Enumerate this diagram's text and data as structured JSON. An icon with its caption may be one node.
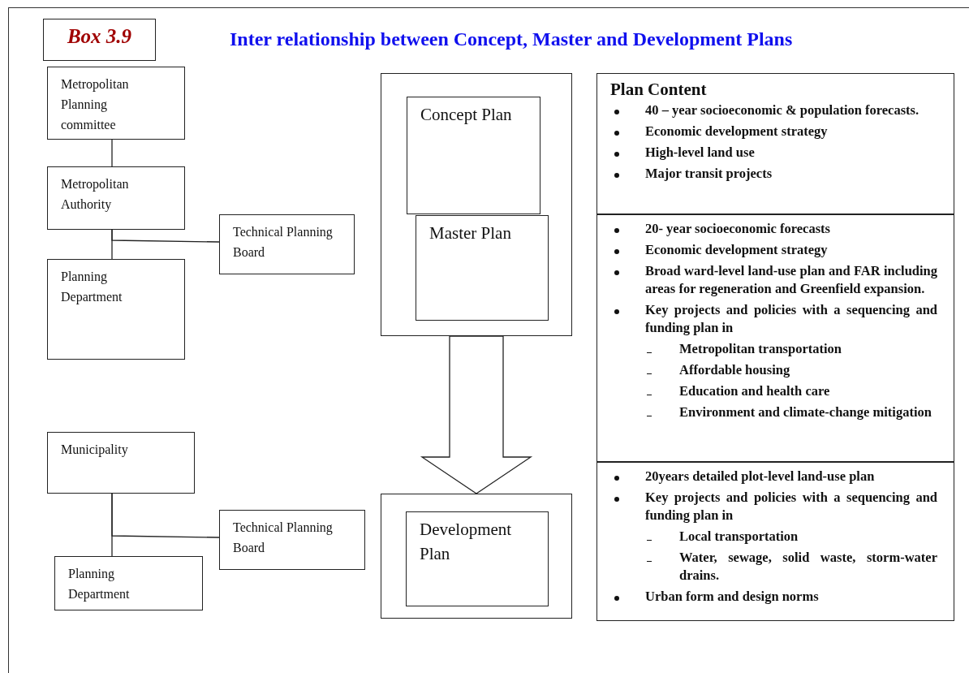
{
  "diagram": {
    "title": "Inter relationship between Concept, Master and Development Plans",
    "nodes": [
      {
        "text": [
          "Box 3.9"
        ]
      },
      {
        "text": [
          "Metropolitan Planning committee"
        ]
      },
      {
        "text": [
          "Metropolitan Authority"
        ]
      },
      {
        "text": [
          "Technical Planning Board"
        ]
      },
      {
        "text": [
          "Planning Department"
        ]
      },
      {
        "text": [
          "Municipality"
        ]
      },
      {
        "text": [
          "Technical Planning Board"
        ]
      },
      {
        "text": [
          "Planning Department"
        ]
      },
      {
        "text": [],
        "shape": "box"
      },
      {
        "text": [
          "Concept Plan"
        ],
        "in": 8
      },
      {
        "text": [
          "Master Plan"
        ],
        "in": 8
      },
      {
        "text": [],
        "shape": "box"
      },
      {
        "text": [
          "Development Plan"
        ],
        "in": 11
      },
      {
        "text": [
          "Plan Content",
          "40 – year socioeconomic & population forecasts.",
          "Economic development strategy",
          "High-level land use",
          "Major transit projects"
        ]
      },
      {
        "text": [
          "20- year socioeconomic forecasts",
          "Economic development strategy",
          "Broad ward-level land-use plan and FAR including areas for regeneration and Greenfield expansion.",
          "Key projects and policies with a sequencing and funding plan in",
          "Metropolitan transportation",
          "Affordable housing",
          "Education and health care",
          "Environment and climate-change mitigation"
        ]
      },
      {
        "text": [
          "20years detailed plot-level land-use plan",
          "Key projects and policies with a sequencing and funding plan in",
          "Local transportation",
          "Water, sewage, solid waste, storm-water drains.",
          "Urban form and design norms"
        ]
      }
    ],
    "edges": [
      {
        "from": 1,
        "to": 2,
        "arrow": "none"
      },
      {
        "from": 2,
        "to": 4,
        "arrow": "none"
      },
      {
        "from": 2,
        "to": 3,
        "arrow": "none"
      },
      {
        "from": 5,
        "to": 7,
        "arrow": "none"
      },
      {
        "from": 5,
        "to": 6,
        "arrow": "none"
      },
      {
        "from": 8,
        "to": 11,
        "arrow": "to"
      }
    ]
  }
}
